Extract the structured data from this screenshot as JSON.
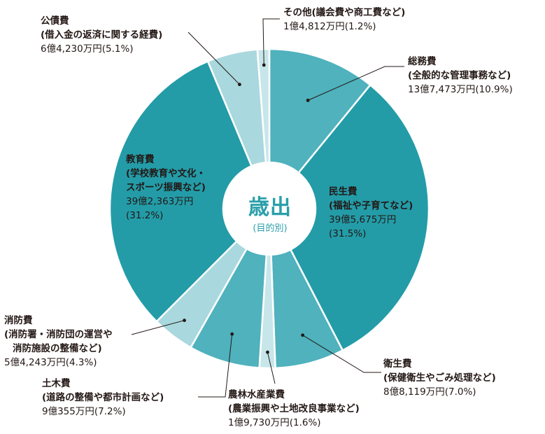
{
  "chart_data": {
    "type": "pie",
    "title": "歳出",
    "subtitle": "(目的別)",
    "colors": {
      "teal_dark": "#239ca8",
      "teal_mid": "#4fb2bd",
      "teal_light": "#a9d8de",
      "teal_pale": "#c6e6ea",
      "leader": "#231815"
    },
    "slices": [
      {
        "name": "総務費",
        "desc": "(全般的な管理事務など)",
        "value_label": "13億7,473万円(10.9%)",
        "value": 10.9,
        "color": "#4fb2bd"
      },
      {
        "name": "民生費",
        "desc": "(福祉や子育てなど)",
        "value_label": "39億5,675万円",
        "pct_label": "(31.5%)",
        "value": 31.5,
        "color": "#239ca8"
      },
      {
        "name": "衛生費",
        "desc": "(保健衛生やごみ処理など)",
        "value_label": "8億8,119万円(7.0%)",
        "value": 7.0,
        "color": "#4fb2bd"
      },
      {
        "name": "農林水産業費",
        "desc": "(農業振興や土地改良事業など)",
        "value_label": "1億9,730万円(1.6%)",
        "value": 1.6,
        "color": "#c6e6ea"
      },
      {
        "name": "土木費",
        "desc": "(道路の整備や都市計画など)",
        "value_label": "9億355万円(7.2%)",
        "value": 7.2,
        "color": "#4fb2bd"
      },
      {
        "name": "消防費",
        "desc": "(消防署・消防団の運営や",
        "desc2": "消防施設の整備など)",
        "value_label": "5億4,243万円(4.3%)",
        "value": 4.3,
        "color": "#a9d8de"
      },
      {
        "name": "教育費",
        "desc": "(学校教育や文化・",
        "desc2": "スポーツ振興など)",
        "value_label": "39億2,363万円",
        "pct_label": "(31.2%)",
        "value": 31.2,
        "color": "#239ca8"
      },
      {
        "name": "公債費",
        "desc": "(借入金の返済に関する経費)",
        "value_label": "6億4,230万円(5.1%)",
        "value": 5.1,
        "color": "#a9d8de"
      },
      {
        "name": "その他",
        "desc": "(議会費や商工費など)",
        "value_label": "1億4,812万円(1.2%)",
        "value": 1.2,
        "color": "#c6e6ea"
      }
    ]
  }
}
